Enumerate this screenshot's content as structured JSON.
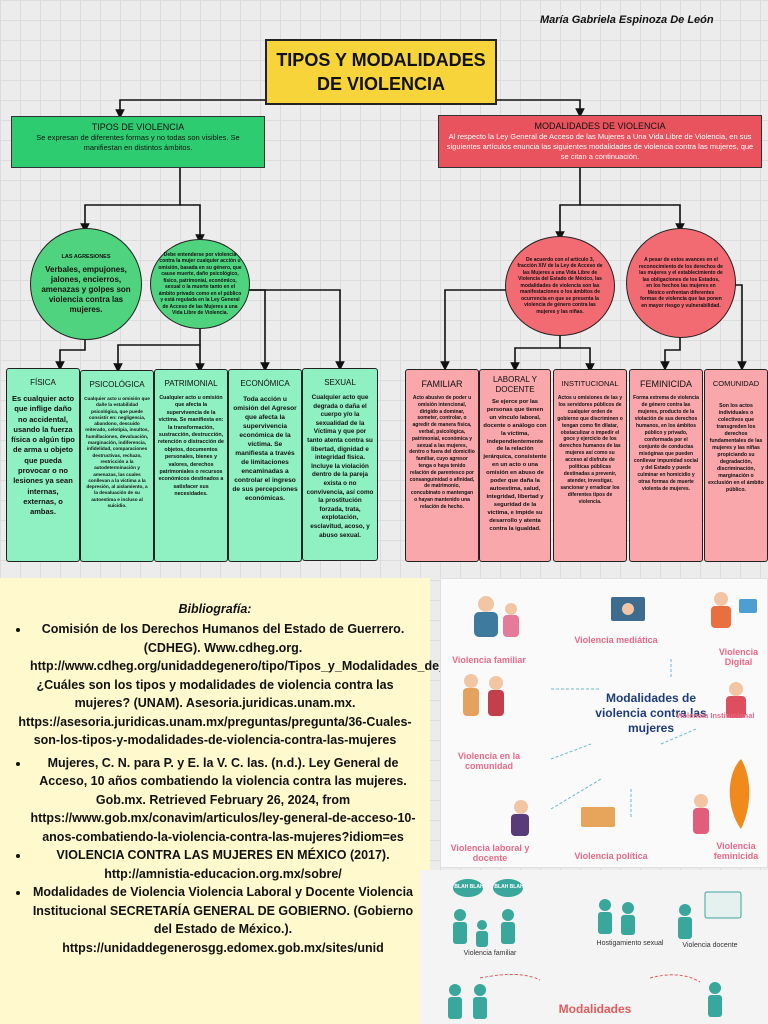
{
  "author": "María Gabriela Espinoza De León",
  "title": "TIPOS Y MODALIDADES DE VIOLENCIA",
  "tipos": {
    "heading": "TIPOS DE VIOLENCIA",
    "text": "Se expresan de diferentes formas y no todas son visibles. Se manifiestan en distintos ámbitos."
  },
  "modalidades": {
    "heading": "MODALIDADES DE VIOLENCIA",
    "text": "Al respecto la Ley General de Acceso de las Mujeres a Una Vida Libre de Violencia, en sus siguientes artículos enuncia las siguientes modalidades de violencia contra las mujeres, que se citan a continuación."
  },
  "circles": {
    "agresiones_title": "LAS AGRESIONES",
    "agresiones_text": "Verbales, empujones, jalones, encierros, amenazas y golpes son violencia contra las mujeres.",
    "green2": "Debe entenderse por violencia contra la mujer cualquier acción u omisión, basada en su género, que cause muerte, daño psicológico, físico, patrimonial, económico, sexual o la muerte tanto en el ámbito privado como en el público y está regulada en la Ley General de Acceso de las Mujeres a una Vida Libre de Violencia.",
    "red1": "De acuerdo con el artículo 3, fracción XIV de la Ley de Acceso de las Mujeres a una Vida Libre de Violencia del Estado de México, las modalidades de violencia son las manifestaciones o los ámbitos de ocurrencia en que se presenta la violencia de género contra las mujeres y las niñas.",
    "red2": "A pesar de estos avances en el reconocimiento de los derechos de las mujeres y el establecimiento de las obligaciones de los Estados, en los hechos las mujeres en México enfrentan diferentes formas de violencia que las ponen en mayor riesgo y vulnerabilidad."
  },
  "tipos_cards": [
    {
      "title": "FÍSICA",
      "text": "Es cualquier acto que inflige daño no accidental, usando la fuerza física o algún tipo de arma u objeto que pueda provocar o no lesiones ya sean internas, externas, o ambas."
    },
    {
      "title": "PSICOLÓGICA",
      "text": "Cualquier acto u omisión que dañe la estabilidad psicológica, que puede consistir en: negligencia, abandono, descuido reiterado, celotipia, insultos, humillaciones, devaluación, marginación, indiferencia, infidelidad, comparaciones destructivas, rechazo, restricción a la autodeterminación y amenazas, las cuales conllevan a la víctima a la depresión, al aislamiento, a la devaluación de su autoestima e incluso al suicidio."
    },
    {
      "title": "PATRIMONIAL",
      "text": "Cualquier acto u omisión que afecta la supervivencia de la víctima. Se manifiesta en: la transformación, sustracción, destrucción, retención o distracción de objetos, documentos personales, bienes y valores, derechos patrimoniales o recursos económicos destinados a satisfacer sus necesidades."
    },
    {
      "title": "ECONÓMICA",
      "text": "Toda acción u omisión del Agresor que afecta la supervivencia económica de la víctima. Se manifiesta a través de limitaciones encaminadas a controlar el ingreso de sus percepciones económicas."
    },
    {
      "title": "SEXUAL",
      "text": "Cualquier acto que degrada o daña el cuerpo y/o la sexualidad de la Víctima y que por tanto atenta contra su libertad, dignidad e integridad física. Incluye la violación dentro de la pareja exista o no convivencia, así como la prostitución forzada, trata, explotación, esclavitud, acoso, y abuso sexual."
    }
  ],
  "modal_cards": [
    {
      "title": "FAMILIAR",
      "text": "Acto abusivo de poder u omisión intencional, dirigido a dominar, someter, controlar, o agredir de manera física, verbal, psicológica, patrimonial, económica y sexual a las mujeres, dentro o fuera del domicilio familiar, cuyo agresor tenga o haya tenido relación de parentesco por consanguinidad o afinidad, de matrimonio, concubinato o mantengan o hayan mantenido una relación de hecho."
    },
    {
      "title": "LABORAL Y DOCENTE",
      "text": "Se ejerce por las personas que tienen un vínculo laboral, docente o análogo con la víctima, independientemente de la relación jerárquica, consistente en un acto o una omisión en abuso de poder que daña la autoestima, salud, integridad, libertad y seguridad de la víctima, e impide su desarrollo y atenta contra la igualdad."
    },
    {
      "title": "INSTITUCIONAL",
      "text": "Actos u omisiones de las y los servidores públicos de cualquier orden de gobierno que discriminen o tengan como fin dilatar, obstaculizar o impedir el goce y ejercicio de los derechos humanos de las mujeres así como su acceso al disfrute de políticas públicas destinadas a prevenir, atender, investigar, sancionar y erradicar los diferentes tipos de violencia."
    },
    {
      "title": "FEMINICIDA",
      "text": "Forma extrema de violencia de género contra las mujeres, producto de la violación de sus derechos humanos, en los ámbitos público y privado, conformada por el conjunto de conductas misóginas que pueden conllevar impunidad social y del Estado y puede culminar en homicidio y otras formas de muerte violenta de mujeres."
    },
    {
      "title": "COMUNIDAD",
      "text": "Son los actos individuales o colectivos que transgreden los derechos fundamentales de las mujeres y las niñas propiciando su degradación, discriminación, marginación o exclusión en el ámbito público."
    }
  ],
  "bibliography": {
    "heading": "Bibliografía:",
    "item1": "Comisión de los Derechos Humanos del Estado de Guerrero. (CDHEG). Www.cdheg.org. http://www.cdheg.org/unidaddegenero/tipo/Tipos_y_Modalidades_de_Violencia",
    "para": "¿Cuáles son los tipos y modalidades de violencia contra las mujeres? (UNAM). Asesoria.juridicas.unam.mx. https://asesoria.juridicas.unam.mx/preguntas/pregunta/36-Cuales-son-los-tipos-y-modalidades-de-violencia-contra-las-mujeres",
    "item2": "Mujeres, C. N. para P. y E. la V. C. las. (n.d.). Ley General de Acceso, 10 años combatiendo la violencia contra las mujeres. Gob.mx. Retrieved February 26, 2024, from https://www.gob.mx/conavim/articulos/ley-general-de-acceso-10-anos-combatiendo-la-violencia-contra-las-mujeres?idiom=es",
    "item3": "VIOLENCIA CONTRA LAS MUJERES EN MÉXICO (2017). http://amnistia-educacion.org.mx/sobre/",
    "item4": "Modalidades de Violencia Violencia Laboral y Docente Violencia Institucional SECRETARÍA GENERAL DE GOBIERNO. (Gobierno del Estado de México.). https://unidaddegenerosgg.edomex.gob.mx/sites/unid"
  },
  "infographic1": {
    "center": "Modalidades de violencia contra las mujeres",
    "labels": [
      "Violencia familiar",
      "Violencia mediática",
      "Violencia Digital",
      "Violencia en la comunidad",
      "Violencia Institucional",
      "Violencia laboral y docente",
      "Violencia política",
      "Violencia feminicida"
    ]
  },
  "infographic2": {
    "labels": [
      "Violencia familiar",
      "Hostigamiento sexual",
      "Violencia docente",
      "Modalidades"
    ],
    "bubbles": [
      "BLAH BLAH",
      "BLAH BLAH"
    ]
  },
  "colors": {
    "title": "#f7d53a",
    "green": "#2ecc71",
    "red": "#e9535e",
    "mint": "#8ff0c2",
    "pink": "#f9a7aa",
    "bib": "#fff9cd"
  }
}
